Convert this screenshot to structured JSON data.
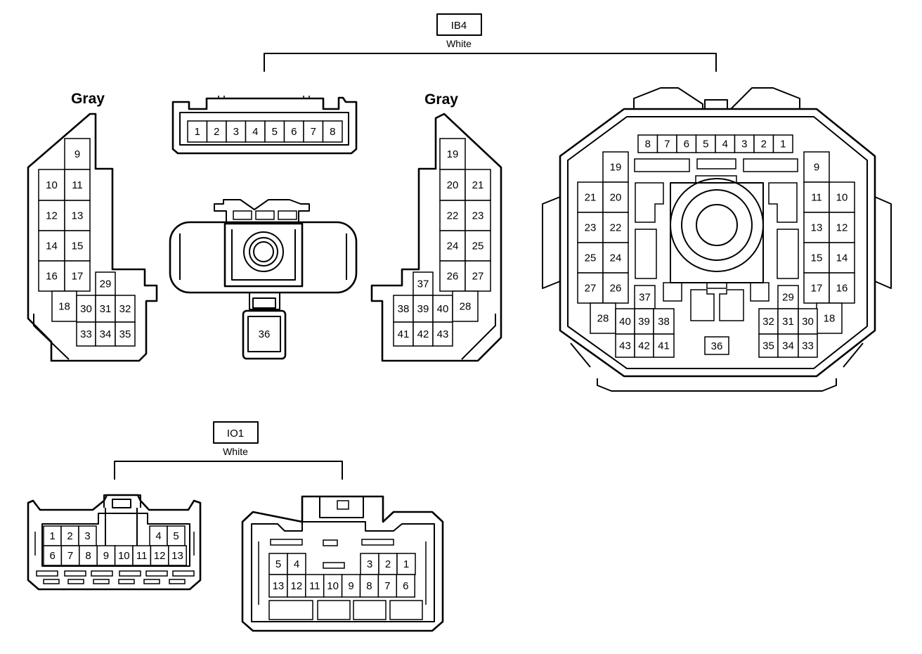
{
  "connectors": {
    "ib4": {
      "code": "IB4",
      "color": "White"
    },
    "io1": {
      "code": "IO1",
      "color": "White"
    }
  },
  "gray_labels": {
    "left": "Gray",
    "right": "Gray"
  },
  "pins": {
    "ib4_top": [
      "1",
      "2",
      "3",
      "4",
      "5",
      "6",
      "7",
      "8"
    ],
    "ib4_pin36": "36",
    "ib4_left": [
      "9",
      "10",
      "11",
      "12",
      "13",
      "14",
      "15",
      "16",
      "17",
      "18",
      "29",
      "30",
      "31",
      "32",
      "33",
      "34",
      "35"
    ],
    "ib4_right": [
      "19",
      "20",
      "21",
      "22",
      "23",
      "24",
      "25",
      "26",
      "27",
      "37",
      "38",
      "39",
      "40",
      "28",
      "41",
      "42",
      "43"
    ],
    "ib4_face_top": [
      "8",
      "7",
      "6",
      "5",
      "4",
      "3",
      "2",
      "1"
    ],
    "ib4_face_left": [
      "19",
      "21",
      "20",
      "23",
      "22",
      "25",
      "24",
      "27",
      "26",
      "37",
      "28",
      "40",
      "39",
      "38",
      "43",
      "42",
      "41"
    ],
    "ib4_face_right": [
      "9",
      "11",
      "10",
      "13",
      "12",
      "15",
      "14",
      "17",
      "16",
      "29",
      "18",
      "32",
      "31",
      "30",
      "35",
      "34",
      "33"
    ],
    "ib4_face_36": "36",
    "io1_a_top": [
      "1",
      "2",
      "3",
      "4",
      "5"
    ],
    "io1_a_bottom": [
      "6",
      "7",
      "8",
      "9",
      "10",
      "11",
      "12",
      "13"
    ],
    "io1_b_top": [
      "5",
      "4",
      "3",
      "2",
      "1"
    ],
    "io1_b_bottom": [
      "13",
      "12",
      "11",
      "10",
      "9",
      "8",
      "7",
      "6"
    ]
  }
}
